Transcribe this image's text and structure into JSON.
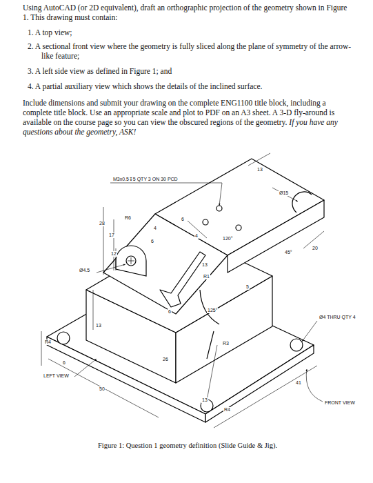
{
  "diagram": {
    "caption": "Figure 1: Question 1 geometry definition (Slide Guide & Jig).",
    "labels": [
      "Using AutoCAD (or 2D equivalent), draft an orthographic projection of the geometry shown in Figure 1. This drawing must contain:",
      "1. A top view;",
      "2. A sectional front view where the geometry is fully sliced along the plane of symmetry of the arrow-like feature;",
      "3. A left side view as defined in Figure 1; and",
      "4. A partial auxiliary view which shows the details of the inclined surface.",
      "Include dimensions and submit your drawing on the complete ENG1100 title block, including a complete title block. Use an appropriate scale and plot to PDF on an A3 sheet. A 3-D fly-around is available on the course page so you can view the obscured regions of the geometry.",
      "If you have any questions about the geometry, ASK!",
      "M3x0.5↧5 QTY 3 ON 30 PCD",
      "28",
      "17",
      "12",
      "Ø4.5",
      "R6",
      "4",
      "6",
      "6",
      "4",
      "13",
      "R1",
      "13",
      "Ø15",
      "20",
      "45°",
      "120°",
      "6",
      "125°",
      "5",
      "13",
      "R4",
      "6",
      "26",
      "R3",
      "Ø4 THRU QTY 4",
      "LEFT VIEW",
      "50",
      "41",
      "13",
      "R4",
      "FRONT VIEW"
    ]
  }
}
